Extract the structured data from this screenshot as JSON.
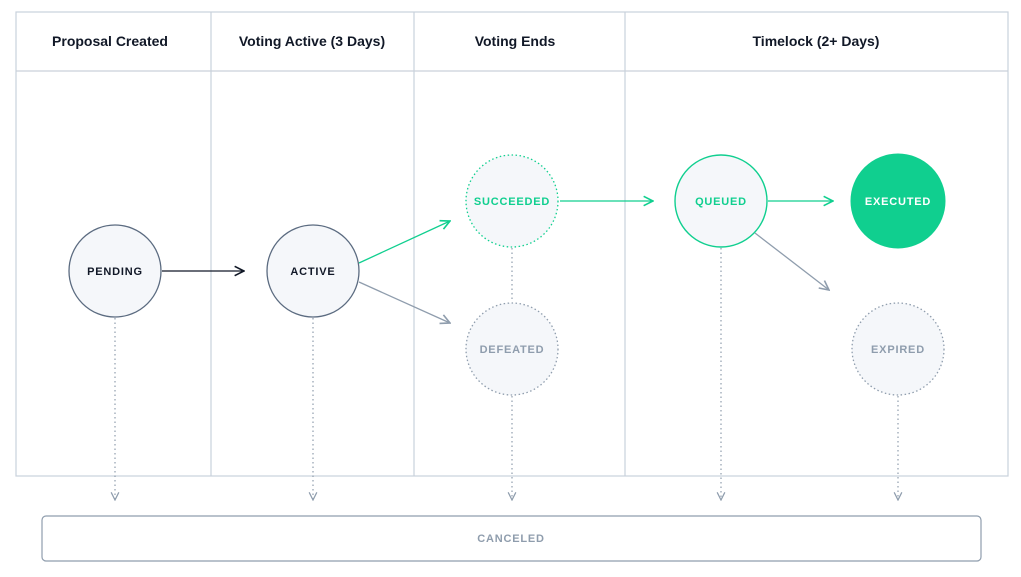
{
  "columns": [
    {
      "id": "col-proposal-created",
      "label": "Proposal Created"
    },
    {
      "id": "col-voting-active",
      "label": "Voting Active (3 Days)"
    },
    {
      "id": "col-voting-ends",
      "label": "Voting Ends"
    },
    {
      "id": "col-timelock",
      "label": "Timelock (2+ Days)"
    }
  ],
  "states": {
    "pending": "PENDING",
    "active": "ACTIVE",
    "succeeded": "SUCCEEDED",
    "defeated": "DEFEATED",
    "queued": "QUEUED",
    "executed": "EXECUTED",
    "expired": "EXPIRED",
    "canceled": "CANCELED"
  },
  "colors": {
    "accent": "#10CF8F",
    "grid": "#C9D1DB",
    "muted": "#8F9DAD",
    "dark": "#111827",
    "node_fill": "#F5F7FA",
    "node_stroke": "#5B6B80"
  }
}
